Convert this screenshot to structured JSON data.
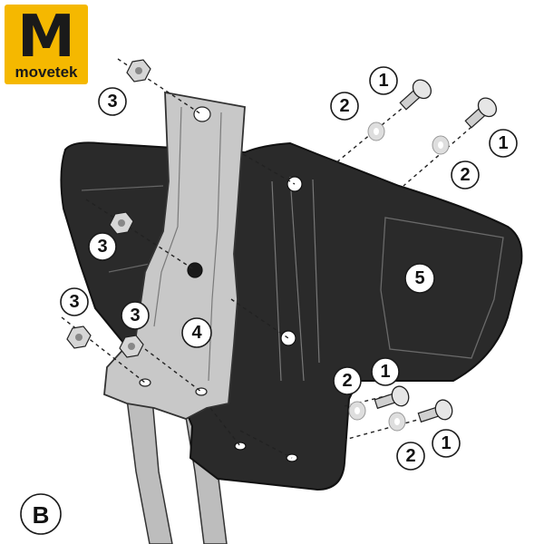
{
  "logo": {
    "letter": "M",
    "wordmark": "movetek",
    "bg_color": "#f5b800",
    "text_color": "#1a1a1a"
  },
  "panel_label": "B",
  "colors": {
    "plate": "#2a2a2a",
    "plate_edge": "#111111",
    "bracket": "#c8c8c8",
    "bracket_edge": "#333333"
  },
  "callouts": [
    {
      "id": "c-1a",
      "text": "1"
    },
    {
      "id": "c-2a",
      "text": "2"
    },
    {
      "id": "c-1b",
      "text": "1"
    },
    {
      "id": "c-2b",
      "text": "2"
    },
    {
      "id": "c-3a",
      "text": "3"
    },
    {
      "id": "c-3b",
      "text": "3"
    },
    {
      "id": "c-3c",
      "text": "3"
    },
    {
      "id": "c-3d",
      "text": "3"
    },
    {
      "id": "c-4",
      "text": "4"
    },
    {
      "id": "c-5",
      "text": "5"
    },
    {
      "id": "c-2c",
      "text": "2"
    },
    {
      "id": "c-1c",
      "text": "1"
    },
    {
      "id": "c-2d",
      "text": "2"
    },
    {
      "id": "c-1d",
      "text": "1"
    }
  ]
}
